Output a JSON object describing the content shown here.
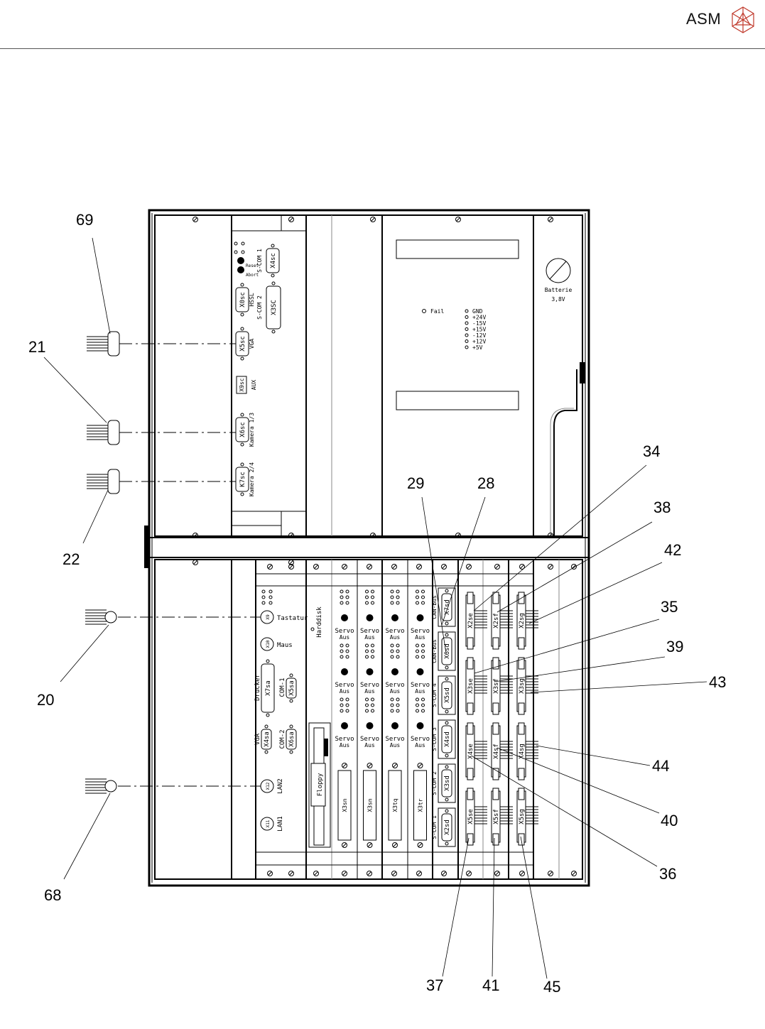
{
  "header": {
    "brand": "ASM",
    "logo_icon": "asm-polyhedron-icon",
    "accent_color": "#c0392b"
  },
  "upper_rack": {
    "controller_card": {
      "connectors": [
        {
          "id": "X4sc",
          "label": "S-COM 1"
        },
        {
          "id": "X0sc",
          "label": "HSSL"
        },
        {
          "id": "X3SC",
          "label": "S-COM 2"
        },
        {
          "id": "X5sc",
          "label": "VGA"
        },
        {
          "id": "X9sc",
          "label": "AUX"
        },
        {
          "id": "X6sc",
          "label": "Kamera 1/3"
        },
        {
          "id": "K7sc",
          "label": "Kamera 2/4"
        }
      ],
      "buttons": [
        "Reset",
        "Abort"
      ]
    },
    "power_supply": {
      "fail_led": "Fail",
      "voltage_leds": [
        "GND",
        "+24V",
        "-15V",
        "+15V",
        "-12V",
        "+12V",
        "+5V"
      ]
    },
    "battery": {
      "label": "Batterie",
      "voltage": "3,8V"
    }
  },
  "lower_rack": {
    "pc_card": {
      "leds_count": 6,
      "ports": [
        {
          "id": "X9",
          "label": "Tastatur"
        },
        {
          "id": "X10",
          "label": "Maus"
        },
        {
          "id": "X7sa",
          "label": "Drucker"
        },
        {
          "id": "X5sa",
          "label": "COM-1"
        },
        {
          "id": "X4sa",
          "label": "VGA"
        },
        {
          "id": "X6sa",
          "label": "COM-2"
        },
        {
          "id": "X12",
          "label": "LAN2"
        },
        {
          "id": "X11",
          "label": "LAN1"
        }
      ]
    },
    "drive_card": {
      "harddisk": "Harddisk",
      "floppy": "Floppy"
    },
    "servo_cards": [
      {
        "connector": "X3sn",
        "switch_label": "Servo",
        "switch_sub": "Aus"
      },
      {
        "connector": "X3sn",
        "switch_label": "Servo",
        "switch_sub": "Aus"
      },
      {
        "connector": "X3tq",
        "switch_label": "Servo",
        "switch_sub": "Aus"
      },
      {
        "connector": "X3tr",
        "switch_label": "Servo",
        "switch_sub": "Aus"
      }
    ],
    "bus_card": {
      "connectors": [
        {
          "id": "X7sd",
          "label": "CAN-Bus"
        },
        {
          "id": "X6sd",
          "label": "CAN-Bus"
        },
        {
          "id": "X5sd",
          "label": "S-COM 4"
        },
        {
          "id": "X4sd",
          "label": "S-COM 3"
        },
        {
          "id": "X3sd",
          "label": "S-COM 2"
        },
        {
          "id": "X2sd",
          "label": "S-COM 1"
        }
      ]
    },
    "interface_columns": [
      {
        "slots": [
          "X2se",
          "X3se",
          "X4se",
          "X5se"
        ]
      },
      {
        "slots": [
          "X2sf",
          "X3sf",
          "X4sf",
          "X5sf"
        ]
      },
      {
        "slots": [
          "X2sg",
          "X3sg",
          "X4sg",
          "X5sg"
        ]
      }
    ]
  },
  "callouts": [
    "69",
    "21",
    "22",
    "20",
    "68",
    "29",
    "28",
    "34",
    "38",
    "42",
    "35",
    "39",
    "43",
    "44",
    "40",
    "36",
    "37",
    "41",
    "45"
  ]
}
